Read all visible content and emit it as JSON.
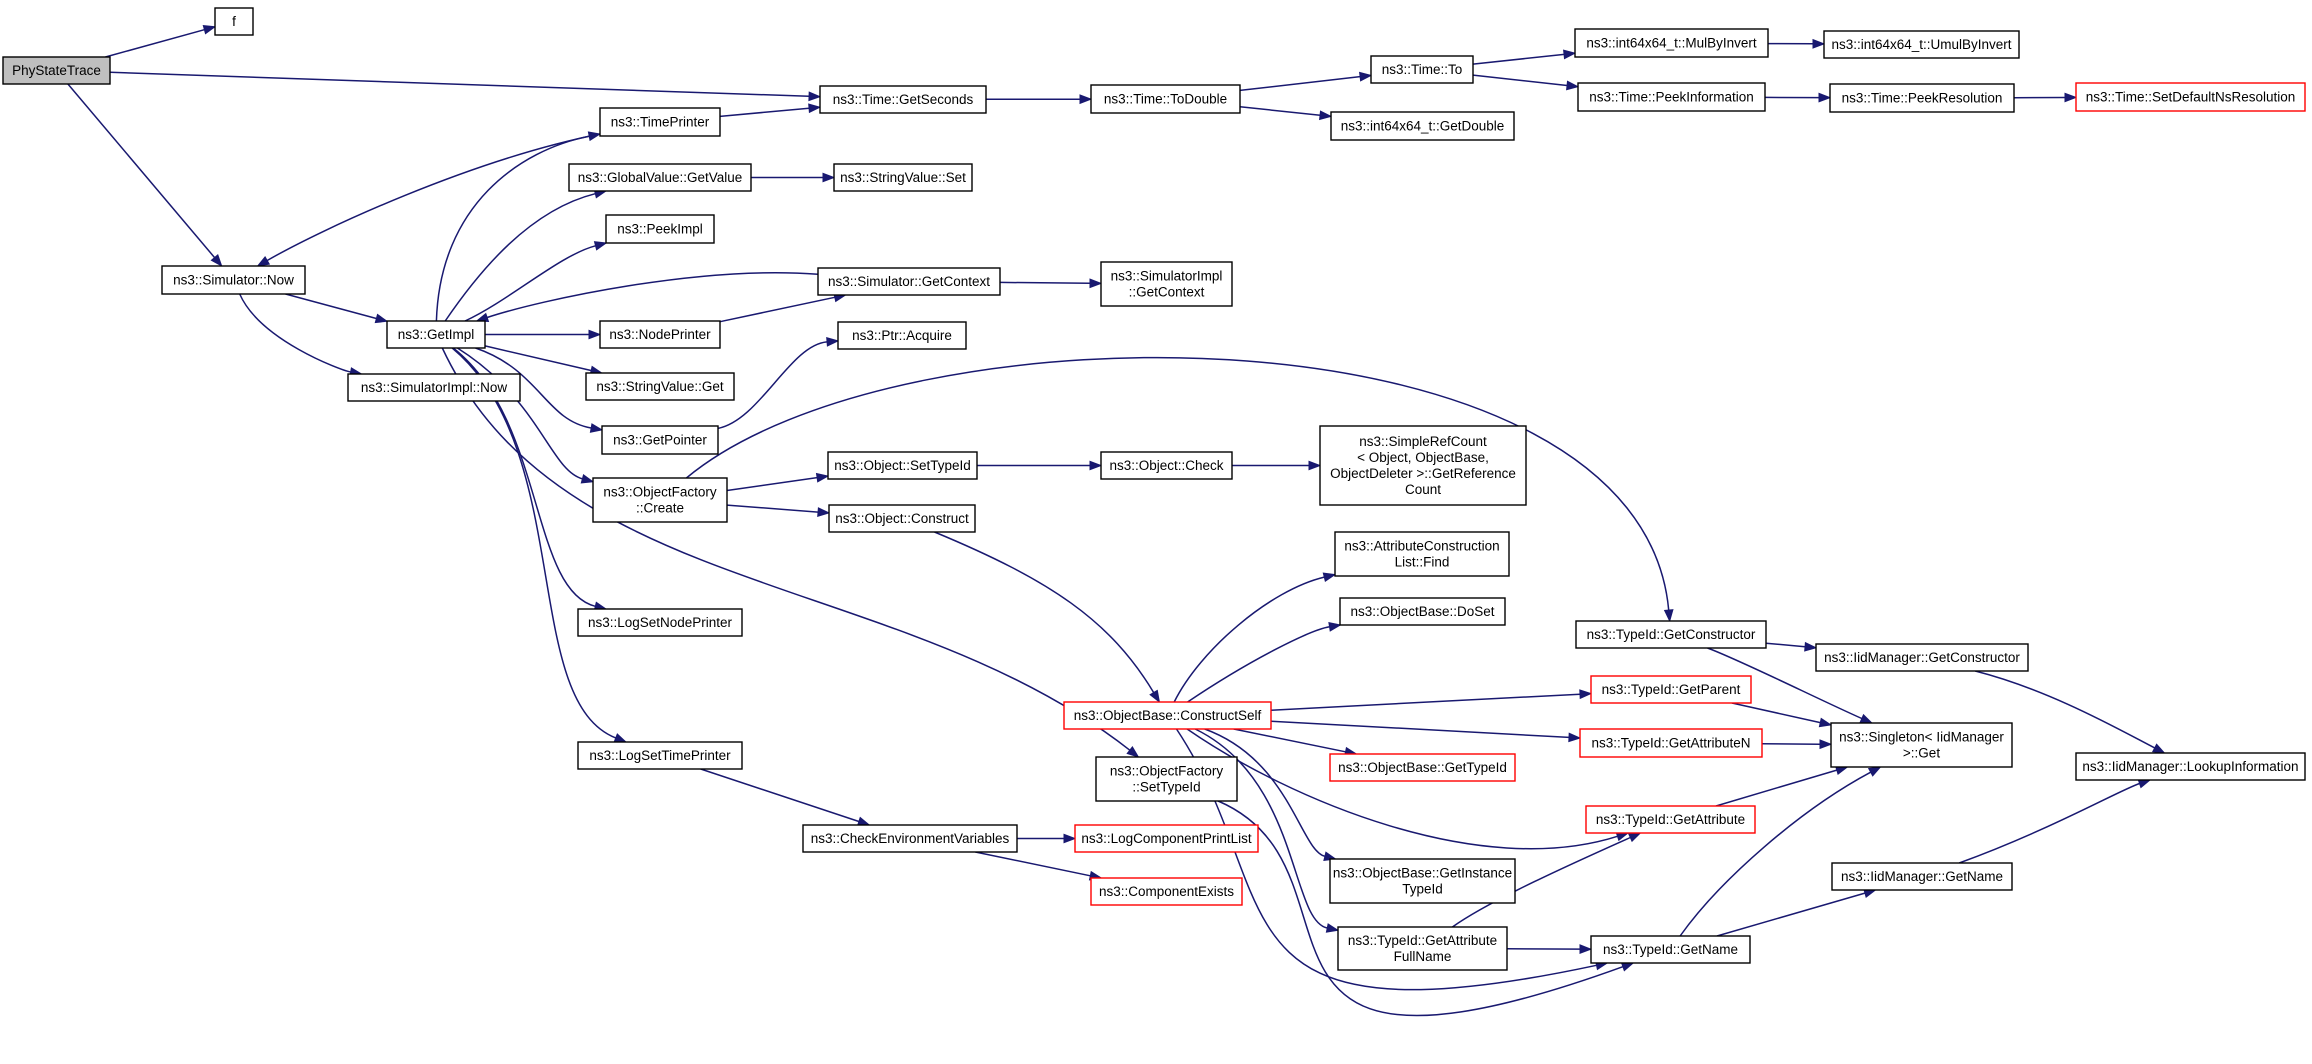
{
  "graph": {
    "colors": {
      "edge": "#191970",
      "truncated_border": "#ff0000",
      "root_fill": "#bfbfbf",
      "node_border": "#000000"
    },
    "nodes": [
      {
        "id": "phystatetrace",
        "lines": [
          "PhyStateTrace"
        ],
        "root": true
      },
      {
        "id": "f",
        "lines": [
          "f"
        ]
      },
      {
        "id": "sim_now",
        "lines": [
          "ns3::Simulator::Now"
        ]
      },
      {
        "id": "simimpl_now",
        "lines": [
          "ns3::SimulatorImpl::Now"
        ]
      },
      {
        "id": "getimpl",
        "lines": [
          "ns3::GetImpl"
        ]
      },
      {
        "id": "timeprinter",
        "lines": [
          "ns3::TimePrinter"
        ]
      },
      {
        "id": "gv_getvalue",
        "lines": [
          "ns3::GlobalValue::GetValue"
        ]
      },
      {
        "id": "peekimpl",
        "lines": [
          "ns3::PeekImpl"
        ]
      },
      {
        "id": "nodeprinter",
        "lines": [
          "ns3::NodePrinter"
        ]
      },
      {
        "id": "sv_get",
        "lines": [
          "ns3::StringValue::Get"
        ]
      },
      {
        "id": "getpointer",
        "lines": [
          "ns3::GetPointer"
        ]
      },
      {
        "id": "of_create",
        "lines": [
          "ns3::ObjectFactory",
          "::Create"
        ]
      },
      {
        "id": "logsetnodeprinter",
        "lines": [
          "ns3::LogSetNodePrinter"
        ]
      },
      {
        "id": "logsettimeprinter",
        "lines": [
          "ns3::LogSetTimePrinter"
        ]
      },
      {
        "id": "checkenv",
        "lines": [
          "ns3::CheckEnvironmentVariables"
        ]
      },
      {
        "id": "logcompprintlist",
        "lines": [
          "ns3::LogComponentPrintList"
        ],
        "truncated": true
      },
      {
        "id": "compexists",
        "lines": [
          "ns3::ComponentExists"
        ],
        "truncated": true
      },
      {
        "id": "getseconds",
        "lines": [
          "ns3::Time::GetSeconds"
        ]
      },
      {
        "id": "sv_set",
        "lines": [
          "ns3::StringValue::Set"
        ]
      },
      {
        "id": "sim_getcontext",
        "lines": [
          "ns3::Simulator::GetContext"
        ]
      },
      {
        "id": "ptr_acquire",
        "lines": [
          "ns3::Ptr::Acquire"
        ]
      },
      {
        "id": "obj_settypeid",
        "lines": [
          "ns3::Object::SetTypeId"
        ]
      },
      {
        "id": "obj_construct",
        "lines": [
          "ns3::Object::Construct"
        ]
      },
      {
        "id": "todouble",
        "lines": [
          "ns3::Time::ToDouble"
        ]
      },
      {
        "id": "simimpl_getcontext",
        "lines": [
          "ns3::SimulatorImpl",
          "::GetContext"
        ]
      },
      {
        "id": "obj_check",
        "lines": [
          "ns3::Object::Check"
        ]
      },
      {
        "id": "of_settypeid",
        "lines": [
          "ns3::ObjectFactory",
          "::SetTypeId"
        ]
      },
      {
        "id": "ob_constructself",
        "lines": [
          "ns3::ObjectBase::ConstructSelf"
        ],
        "truncated": true
      },
      {
        "id": "time_to",
        "lines": [
          "ns3::Time::To"
        ]
      },
      {
        "id": "int64_getdouble",
        "lines": [
          "ns3::int64x64_t::GetDouble"
        ]
      },
      {
        "id": "refcount",
        "lines": [
          "ns3::SimpleRefCount",
          "< Object, ObjectBase,",
          "ObjectDeleter >::GetReference",
          "Count"
        ]
      },
      {
        "id": "acl_find",
        "lines": [
          "ns3::AttributeConstruction",
          "List::Find"
        ]
      },
      {
        "id": "ob_doset",
        "lines": [
          "ns3::ObjectBase::DoSet"
        ]
      },
      {
        "id": "ob_gettypeid",
        "lines": [
          "ns3::ObjectBase::GetTypeId"
        ],
        "truncated": true
      },
      {
        "id": "ob_getinstancetypeid",
        "lines": [
          "ns3::ObjectBase::GetInstance",
          "TypeId"
        ]
      },
      {
        "id": "tid_getattrfullname",
        "lines": [
          "ns3::TypeId::GetAttribute",
          "FullName"
        ]
      },
      {
        "id": "mulbyinvert",
        "lines": [
          "ns3::int64x64_t::MulByInvert"
        ]
      },
      {
        "id": "peekinformation",
        "lines": [
          "ns3::Time::PeekInformation"
        ]
      },
      {
        "id": "tid_getconstructor",
        "lines": [
          "ns3::TypeId::GetConstructor"
        ]
      },
      {
        "id": "tid_getparent",
        "lines": [
          "ns3::TypeId::GetParent"
        ],
        "truncated": true
      },
      {
        "id": "tid_getattributen",
        "lines": [
          "ns3::TypeId::GetAttributeN"
        ],
        "truncated": true
      },
      {
        "id": "tid_getattribute",
        "lines": [
          "ns3::TypeId::GetAttribute"
        ],
        "truncated": true
      },
      {
        "id": "tid_getname",
        "lines": [
          "ns3::TypeId::GetName"
        ]
      },
      {
        "id": "umulbyinvert",
        "lines": [
          "ns3::int64x64_t::UmulByInvert"
        ]
      },
      {
        "id": "peekresolution",
        "lines": [
          "ns3::Time::PeekResolution"
        ]
      },
      {
        "id": "iid_getconstructor",
        "lines": [
          "ns3::IidManager::GetConstructor"
        ]
      },
      {
        "id": "singleton_get",
        "lines": [
          "ns3::Singleton< IidManager",
          ">::Get"
        ]
      },
      {
        "id": "iid_getname",
        "lines": [
          "ns3::IidManager::GetName"
        ]
      },
      {
        "id": "setdefaultnsres",
        "lines": [
          "ns3::Time::SetDefaultNsResolution"
        ],
        "truncated": true
      },
      {
        "id": "iid_lookupinfo",
        "lines": [
          "ns3::IidManager::LookupInformation"
        ]
      }
    ],
    "edges": [
      [
        "phystatetrace",
        "f"
      ],
      [
        "phystatetrace",
        "getseconds"
      ],
      [
        "phystatetrace",
        "sim_now"
      ],
      [
        "sim_now",
        "getimpl"
      ],
      [
        "sim_now",
        "simimpl_now"
      ],
      [
        "getimpl",
        "timeprinter"
      ],
      [
        "getimpl",
        "gv_getvalue"
      ],
      [
        "getimpl",
        "peekimpl"
      ],
      [
        "getimpl",
        "nodeprinter"
      ],
      [
        "getimpl",
        "sv_get"
      ],
      [
        "getimpl",
        "getpointer"
      ],
      [
        "getimpl",
        "of_create"
      ],
      [
        "getimpl",
        "logsetnodeprinter"
      ],
      [
        "getimpl",
        "logsettimeprinter"
      ],
      [
        "getimpl",
        "of_settypeid"
      ],
      [
        "timeprinter",
        "sim_now"
      ],
      [
        "timeprinter",
        "getseconds"
      ],
      [
        "gv_getvalue",
        "sv_set"
      ],
      [
        "nodeprinter",
        "sim_getcontext"
      ],
      [
        "sim_getcontext",
        "getimpl"
      ],
      [
        "sim_getcontext",
        "simimpl_getcontext"
      ],
      [
        "getpointer",
        "ptr_acquire"
      ],
      [
        "of_create",
        "obj_settypeid"
      ],
      [
        "of_create",
        "obj_construct"
      ],
      [
        "of_create",
        "tid_getconstructor"
      ],
      [
        "obj_settypeid",
        "obj_check"
      ],
      [
        "obj_check",
        "refcount"
      ],
      [
        "obj_construct",
        "ob_constructself"
      ],
      [
        "logsettimeprinter",
        "checkenv"
      ],
      [
        "checkenv",
        "logcompprintlist"
      ],
      [
        "checkenv",
        "compexists"
      ],
      [
        "getseconds",
        "todouble"
      ],
      [
        "todouble",
        "time_to"
      ],
      [
        "todouble",
        "int64_getdouble"
      ],
      [
        "time_to",
        "mulbyinvert"
      ],
      [
        "time_to",
        "peekinformation"
      ],
      [
        "mulbyinvert",
        "umulbyinvert"
      ],
      [
        "peekinformation",
        "peekresolution"
      ],
      [
        "peekresolution",
        "setdefaultnsres"
      ],
      [
        "of_settypeid",
        "tid_getname"
      ],
      [
        "ob_constructself",
        "acl_find"
      ],
      [
        "ob_constructself",
        "ob_doset"
      ],
      [
        "ob_constructself",
        "tid_getparent"
      ],
      [
        "ob_constructself",
        "tid_getattributen"
      ],
      [
        "ob_constructself",
        "ob_gettypeid"
      ],
      [
        "ob_constructself",
        "tid_getattribute"
      ],
      [
        "ob_constructself",
        "ob_getinstancetypeid"
      ],
      [
        "ob_constructself",
        "tid_getattrfullname"
      ],
      [
        "ob_constructself",
        "tid_getname"
      ],
      [
        "tid_getattrfullname",
        "tid_getattribute"
      ],
      [
        "tid_getattrfullname",
        "tid_getname"
      ],
      [
        "tid_getconstructor",
        "iid_getconstructor"
      ],
      [
        "tid_getconstructor",
        "singleton_get"
      ],
      [
        "tid_getparent",
        "singleton_get"
      ],
      [
        "tid_getattributen",
        "singleton_get"
      ],
      [
        "tid_getattribute",
        "singleton_get"
      ],
      [
        "tid_getname",
        "singleton_get"
      ],
      [
        "tid_getname",
        "iid_getname"
      ],
      [
        "iid_getconstructor",
        "iid_lookupinfo"
      ],
      [
        "iid_getname",
        "iid_lookupinfo"
      ]
    ]
  }
}
